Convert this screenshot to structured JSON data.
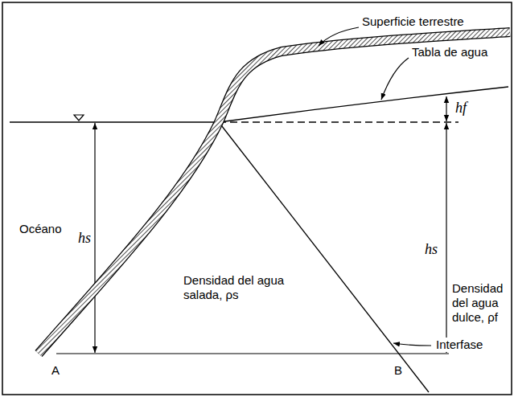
{
  "diagram": {
    "labels": [
      "Superficie terrestre",
      "Tabla de agua",
      "hf",
      "Océano",
      "hs",
      "hs",
      "Densidad del agua dulce, ρf",
      "Densidad del agua salada, ρs",
      "Interfase",
      "A",
      "B"
    ]
  }
}
